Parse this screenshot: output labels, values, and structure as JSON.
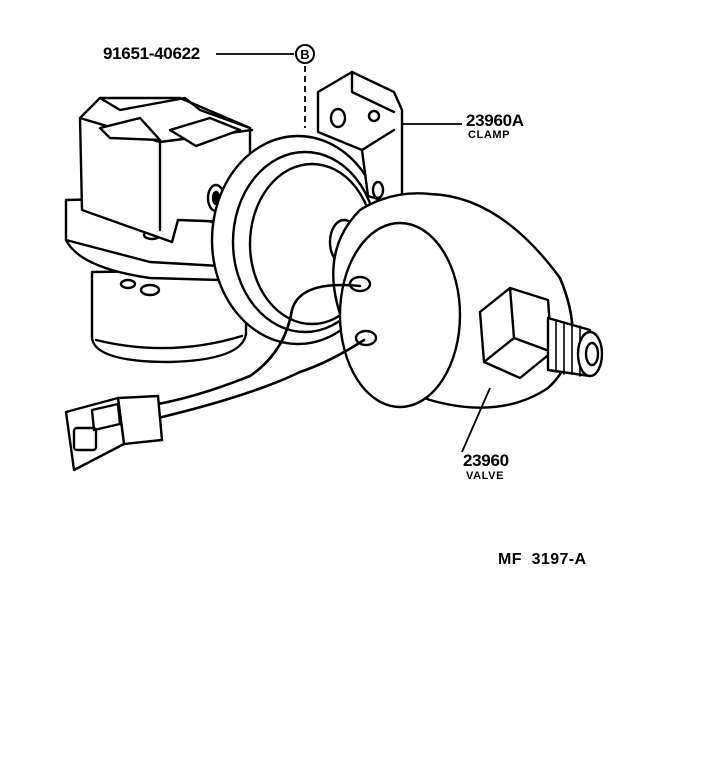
{
  "callouts": [
    {
      "id": "bolt",
      "part_number": "91651-40622"
    },
    {
      "id": "ref",
      "marker": "B"
    },
    {
      "id": "clamp",
      "part_number": "23960A",
      "name": "CLAMP"
    },
    {
      "id": "valve",
      "part_number": "23960",
      "name": "VALVE"
    }
  ],
  "figure_code": "MF  3197-A"
}
